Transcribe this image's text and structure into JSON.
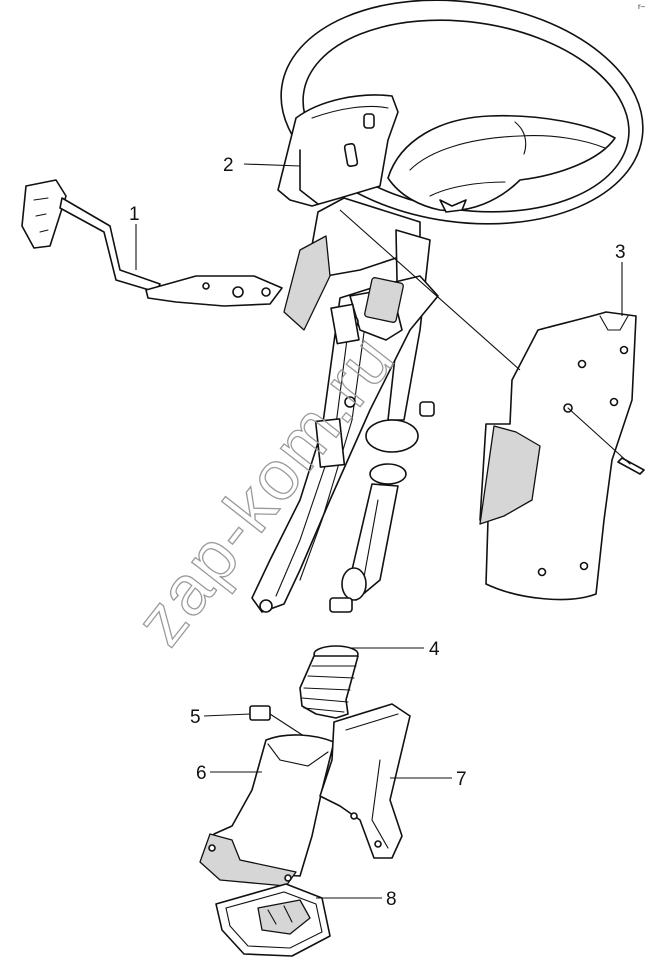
{
  "callouts": [
    {
      "id": "1",
      "label": "1"
    },
    {
      "id": "2",
      "label": "2"
    },
    {
      "id": "3",
      "label": "3"
    },
    {
      "id": "4",
      "label": "4"
    },
    {
      "id": "5",
      "label": "5"
    },
    {
      "id": "6",
      "label": "6"
    },
    {
      "id": "7",
      "label": "7"
    },
    {
      "id": "8",
      "label": "8"
    }
  ],
  "watermark": "zap-kom.ru",
  "corner_mark": "r–",
  "colors": {
    "line": "#111111",
    "watermark": "#9a9a9a",
    "background": "#ffffff"
  }
}
